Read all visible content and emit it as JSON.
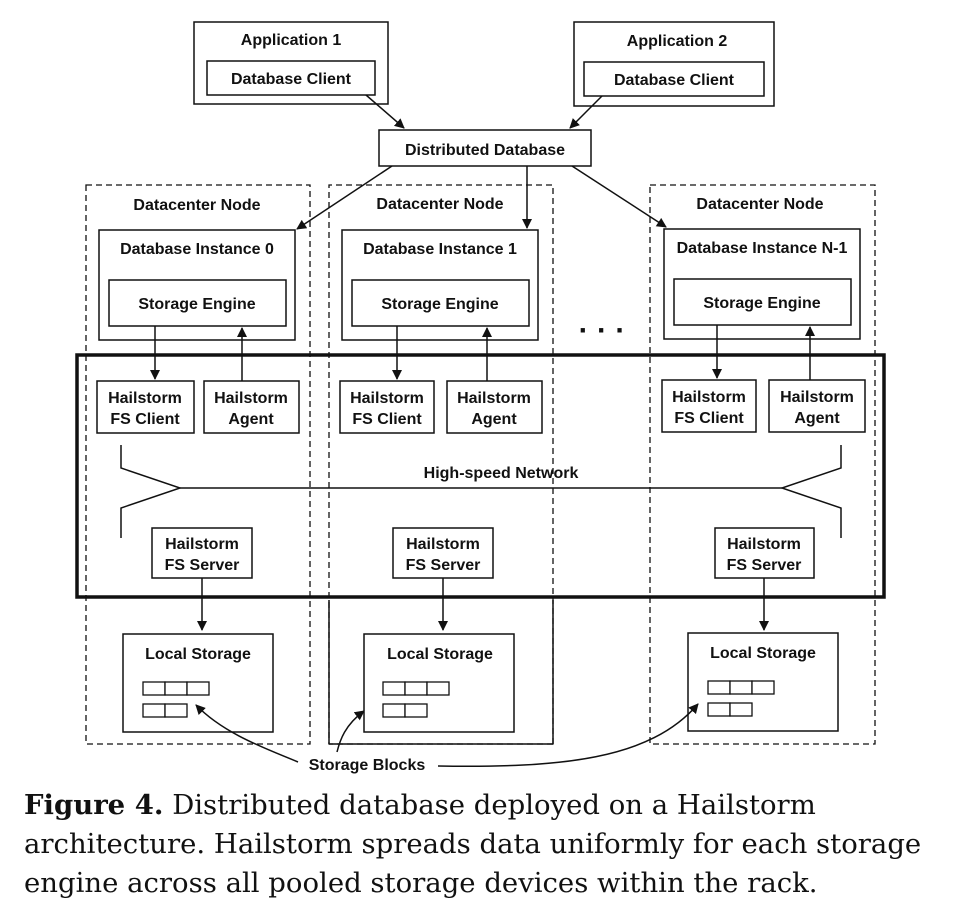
{
  "diagram": {
    "applications": [
      {
        "title": "Application 1",
        "client": "Database Client"
      },
      {
        "title": "Application 2",
        "client": "Database Client"
      }
    ],
    "distributed_database": "Distributed Database",
    "nodes": [
      {
        "title": "Datacenter Node",
        "instance": "Database Instance 0",
        "engine": "Storage Engine",
        "fs_client": [
          "Hailstorm",
          "FS Client"
        ],
        "agent": [
          "Hailstorm",
          "Agent"
        ],
        "fs_server": [
          "Hailstorm",
          "FS Server"
        ],
        "storage": "Local Storage"
      },
      {
        "title": "Datacenter Node",
        "instance": "Database Instance 1",
        "engine": "Storage Engine",
        "fs_client": [
          "Hailstorm",
          "FS Client"
        ],
        "agent": [
          "Hailstorm",
          "Agent"
        ],
        "fs_server": [
          "Hailstorm",
          "FS Server"
        ],
        "storage": "Local Storage"
      },
      {
        "title": "Datacenter Node",
        "instance": "Database Instance N-1",
        "engine": "Storage Engine",
        "fs_client": [
          "Hailstorm",
          "FS Client"
        ],
        "agent": [
          "Hailstorm",
          "Agent"
        ],
        "fs_server": [
          "Hailstorm",
          "FS Server"
        ],
        "storage": "Local Storage"
      }
    ],
    "ellipsis": "· · ·",
    "network": "High-speed Network",
    "storage_blocks": "Storage Blocks"
  },
  "caption": {
    "label": "Figure 4.",
    "text": "Distributed database deployed on a Hailstorm architecture. Hailstorm spreads data uniformly for each storage engine across all pooled storage devices within the rack."
  }
}
